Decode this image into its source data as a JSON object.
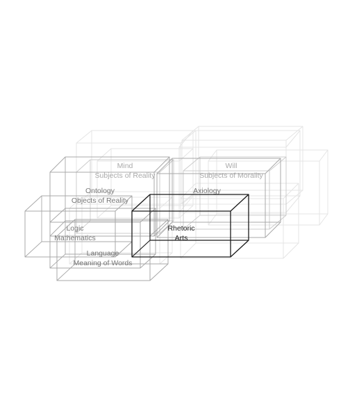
{
  "diagram": {
    "boxes": [
      {
        "id": "b1",
        "style": "faint",
        "labels": []
      },
      {
        "id": "b2",
        "style": "faint",
        "labels": []
      },
      {
        "id": "b3",
        "style": "faint",
        "labels": []
      },
      {
        "id": "b4",
        "style": "faint",
        "labels": []
      },
      {
        "id": "b5",
        "style": "faint",
        "labels": []
      },
      {
        "id": "b6",
        "style": "faint",
        "labels": []
      },
      {
        "id": "b7",
        "style": "faint",
        "labels": []
      },
      {
        "id": "b8",
        "style": "light",
        "labels": [
          "Mind",
          "Subjects of Reality"
        ]
      },
      {
        "id": "b9",
        "style": "light",
        "labels": [
          "Will",
          "Subjects of Morality"
        ]
      },
      {
        "id": "b10",
        "style": "mid",
        "labels": [
          "Ontology",
          "Objects of Reality"
        ]
      },
      {
        "id": "b11",
        "style": "mid",
        "labels": [
          "Axiology"
        ]
      },
      {
        "id": "b12",
        "style": "mid",
        "labels": [
          "Logic",
          "Mathematics"
        ]
      },
      {
        "id": "b13",
        "style": "mid",
        "labels": []
      },
      {
        "id": "b14",
        "style": "mid",
        "labels": [
          "Language",
          "Meaning of Words"
        ]
      },
      {
        "id": "b15",
        "style": "dark",
        "labels": [
          "Rhetoric",
          "Arts"
        ]
      }
    ],
    "colors": {
      "faint": "#e4e4e4",
      "light": "#cccccc",
      "mid": "#a8a8a8",
      "dark": "#1a1a1a",
      "text_faint": "#dddddd",
      "text_light": "#aaaaaa",
      "text_mid": "#777777",
      "text_dark": "#222222"
    }
  }
}
